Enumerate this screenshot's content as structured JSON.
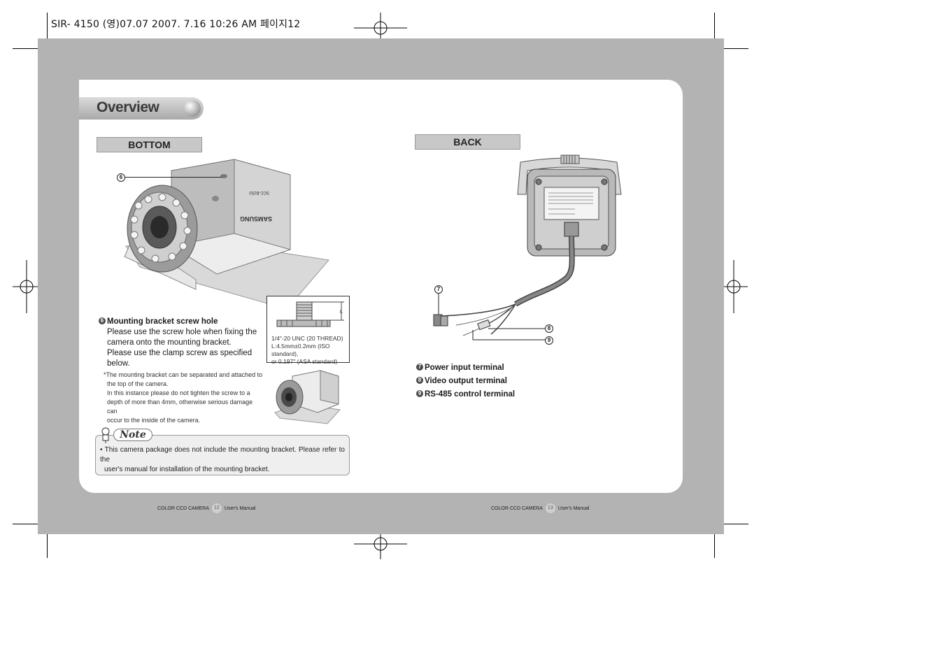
{
  "header": {
    "print_line": "SIR- 4150 (영)07.07  2007. 7.16 10:26 AM 페이지12"
  },
  "page": {
    "title": "Overview"
  },
  "bottom": {
    "tab_label": "BOTTOM",
    "callout_number": "6",
    "heading": "Mounting bracket screw hole",
    "lines": [
      "Please use the screw hole when fixing the",
      "camera onto the mounting bracket.",
      "Please use the clamp screw as specified below."
    ],
    "spec": {
      "dimension_label": "L",
      "lines": [
        "1/4\"-20 UNC (20 THREAD)",
        "L:4.5mm±0.2mm (ISO standard),",
        "or 0.197\" (ASA standard)"
      ]
    },
    "footnote": {
      "marker": "*",
      "lines": [
        "The mounting bracket can be separated and attached to",
        "the top of the camera.",
        "In this instance please do not tighten the screw to a",
        "depth of more than 4mm, otherwise serious damage can",
        "occur to the inside of the camera."
      ]
    },
    "brand": "SAMSUNG",
    "model": "SCC-B250"
  },
  "note": {
    "title": "Note",
    "bullet": "•",
    "lines": [
      "This camera package does not include the mounting bracket. Please refer to the",
      "user's manual for installation of the mounting bracket."
    ]
  },
  "back": {
    "tab_label": "BACK",
    "callouts": [
      "7",
      "8",
      "9"
    ],
    "items": [
      {
        "number": "7",
        "label": "Power input terminal"
      },
      {
        "number": "8",
        "label": "Video output terminal"
      },
      {
        "number": "9",
        "label": "RS-485 control terminal"
      }
    ]
  },
  "footer": {
    "left": {
      "product": "COLOR CCD CAMERA",
      "page": "12",
      "manual": "User's Manual"
    },
    "right": {
      "product": "COLOR CCD CAMERA",
      "page": "13",
      "manual": "User's Manual"
    }
  },
  "colors": {
    "spread_gray": "#b3b3b3",
    "panel": "#ffffff",
    "tab_gray": "#c8c8c8",
    "note_bg": "#efefef"
  }
}
